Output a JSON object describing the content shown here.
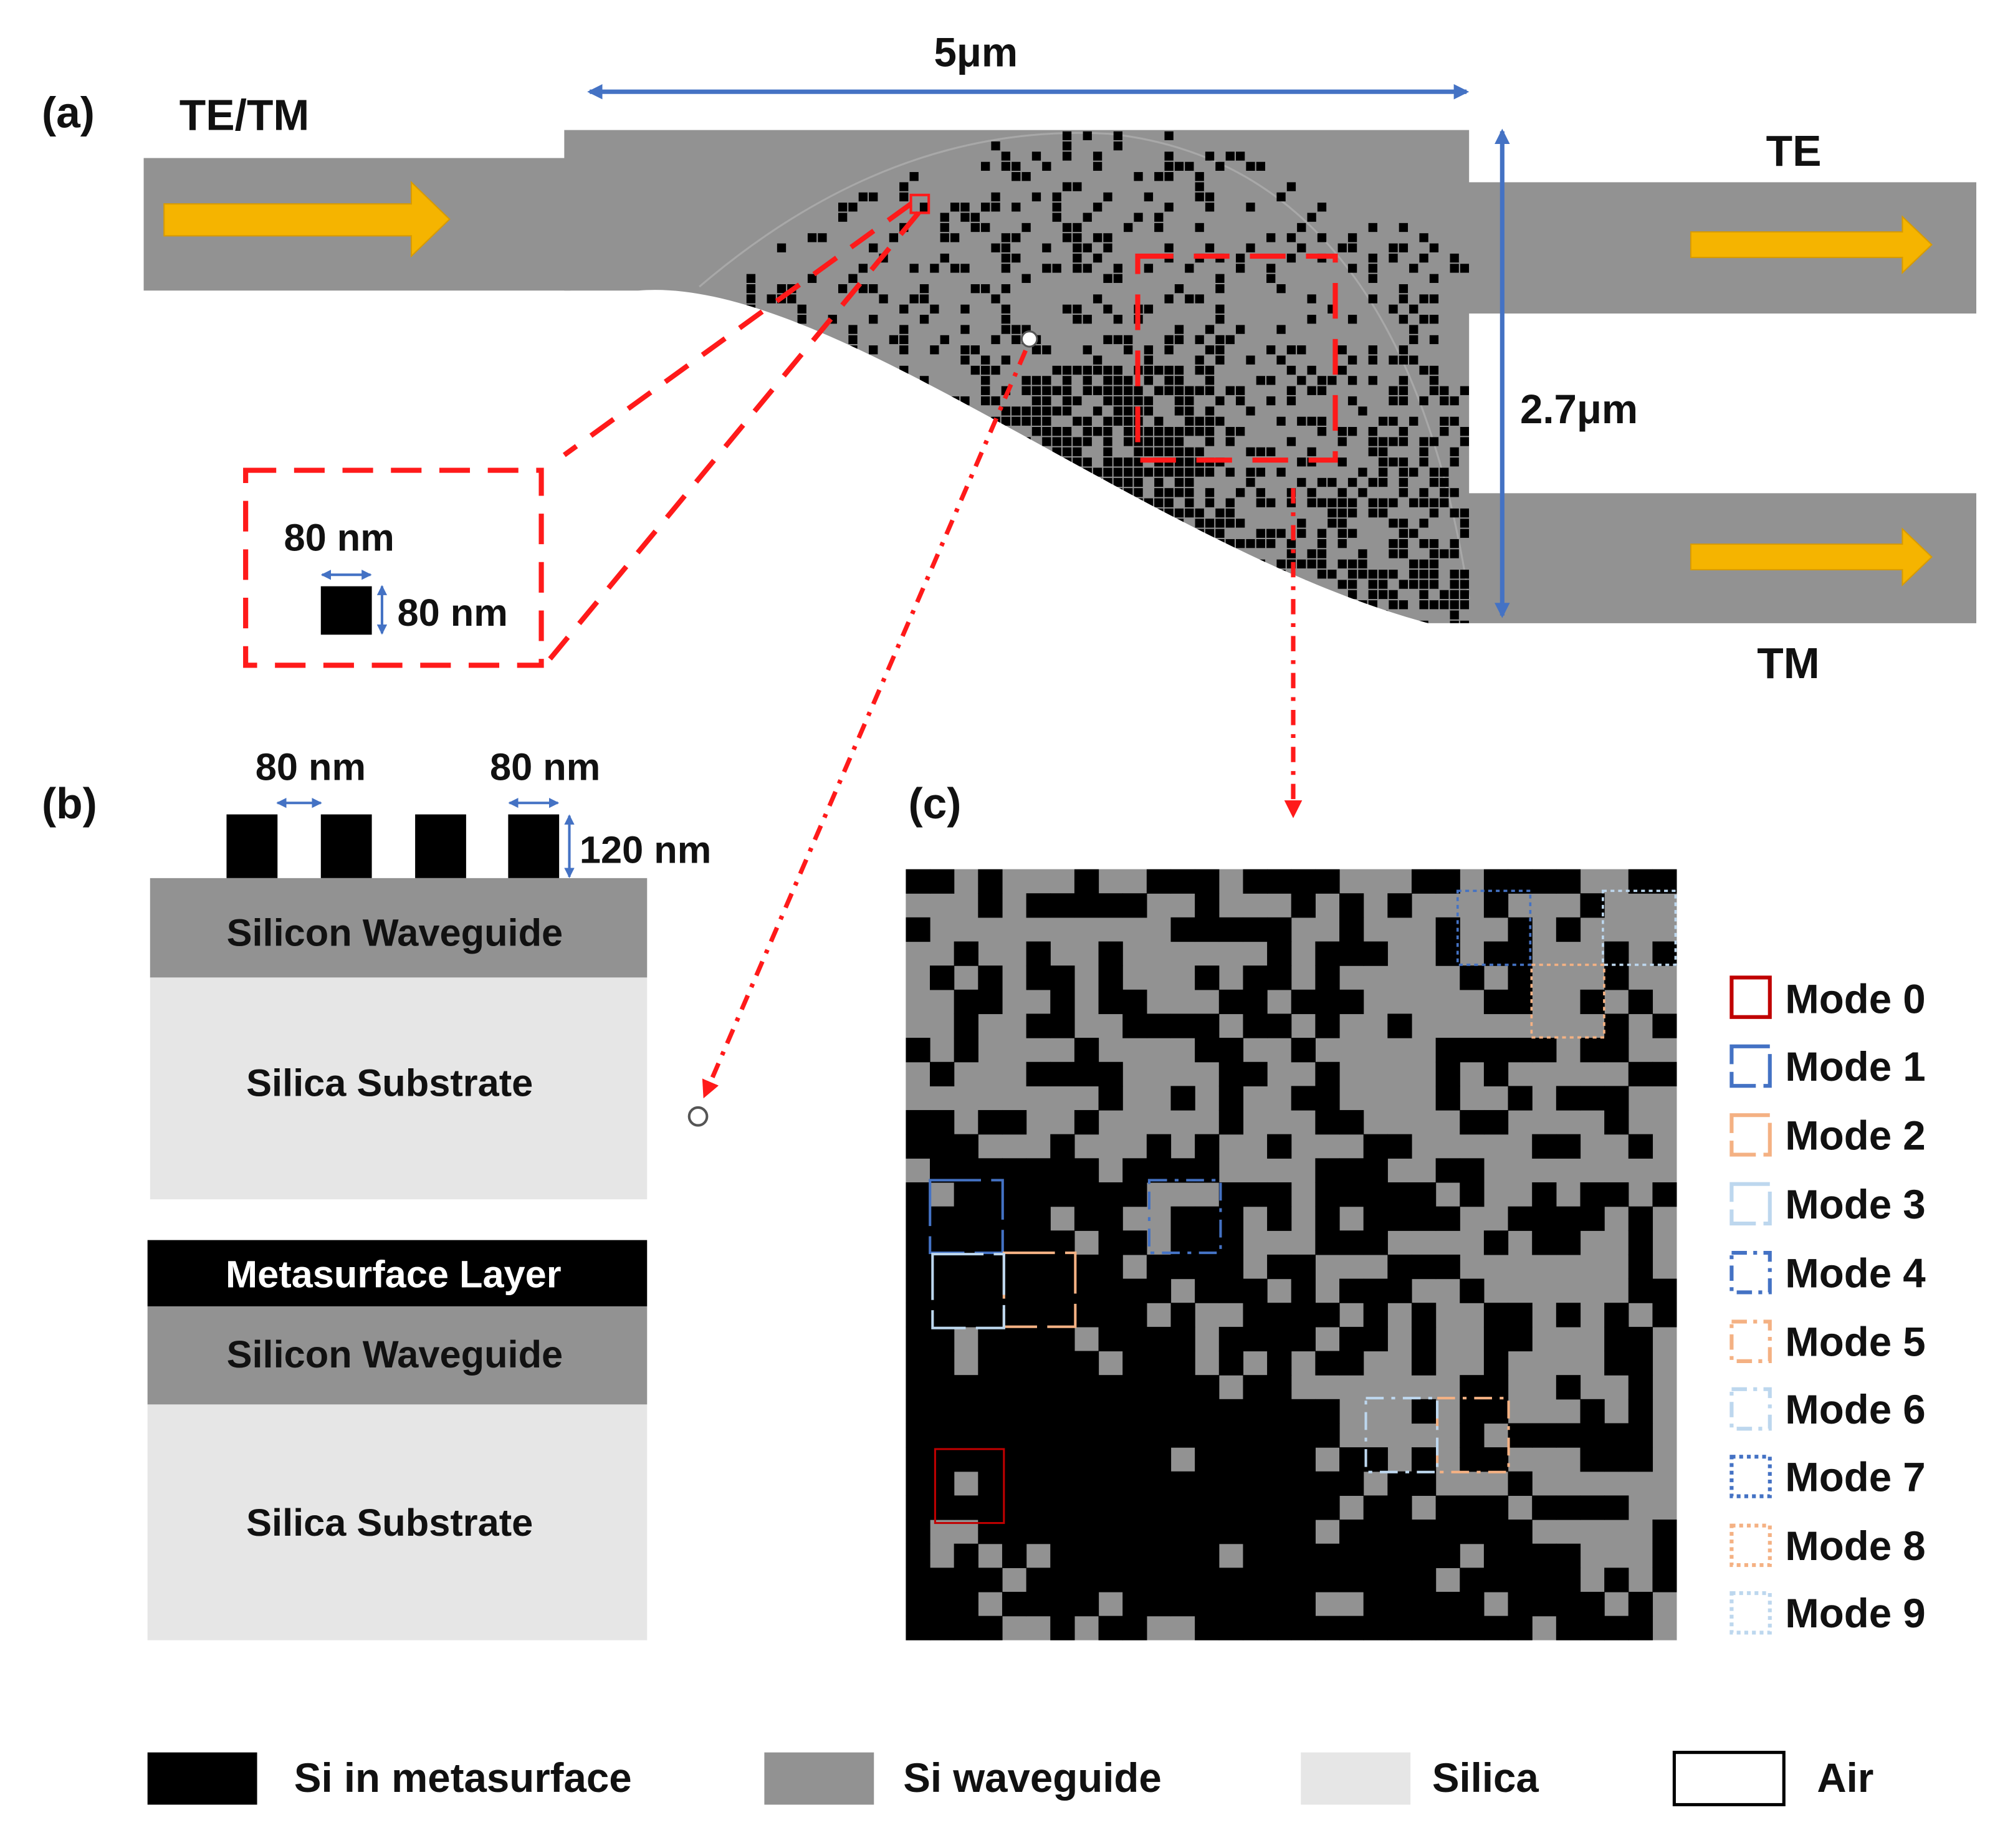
{
  "panels": {
    "a": "(a)",
    "b": "(b)",
    "c": "(c)"
  },
  "panel_a": {
    "input_label": "TE/TM",
    "output_top_label": "TE",
    "output_bottom_label": "TM",
    "length_label": "5μm",
    "height_label": "2.7μm",
    "pixel_width_label": "80 nm",
    "pixel_height_label": "80 nm"
  },
  "panel_b": {
    "gap_label": "80 nm",
    "width_label": "80 nm",
    "height_label": "120 nm",
    "upper_stack": {
      "waveguide": "Silicon Waveguide",
      "substrate": "Silica Substrate"
    },
    "lower_stack": {
      "metasurface": "Metasurface Layer",
      "waveguide": "Silicon Waveguide",
      "substrate": "Silica Substrate"
    }
  },
  "panel_c": {
    "modes": [
      "Mode 0",
      "Mode 1",
      "Mode 2",
      "Mode 3",
      "Mode 4",
      "Mode 5",
      "Mode 6",
      "Mode 7",
      "Mode 8",
      "Mode 9"
    ]
  },
  "legend": {
    "items": [
      {
        "label": "Si in metasurface",
        "color": "#000000"
      },
      {
        "label": "Si waveguide",
        "color": "#929292"
      },
      {
        "label": "Silica",
        "color": "#e6e6e6"
      },
      {
        "label": "Air",
        "color": "#ffffff"
      }
    ]
  },
  "colors": {
    "waveguide": "#929292",
    "silica": "#e6e6e6",
    "metasurface": "#000000",
    "arrow": "#f5b400",
    "dimension": "#4472c4",
    "callout": "#ff1a1a",
    "mode_red": "#c00000",
    "mode_blue": "#4472c4",
    "mode_orange": "#f4b183",
    "mode_light": "#bdd7ee"
  }
}
